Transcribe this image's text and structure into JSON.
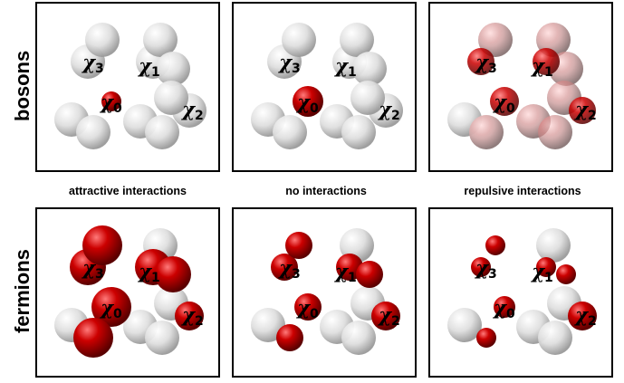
{
  "rows": [
    {
      "id": "bosons",
      "label": "bosons"
    },
    {
      "id": "fermions",
      "label": "fermions"
    }
  ],
  "columns": [
    {
      "id": "attractive",
      "label": "attractive interactions"
    },
    {
      "id": "none",
      "label": "no interactions"
    },
    {
      "id": "repulsive",
      "label": "repulsive interactions"
    }
  ],
  "site_labels": {
    "symbol": "χ",
    "indices": [
      "3",
      "1",
      "0",
      "2"
    ]
  },
  "colors": {
    "occupied": "#cc0000",
    "empty": "#d8d8d8",
    "border": "#000000"
  }
}
